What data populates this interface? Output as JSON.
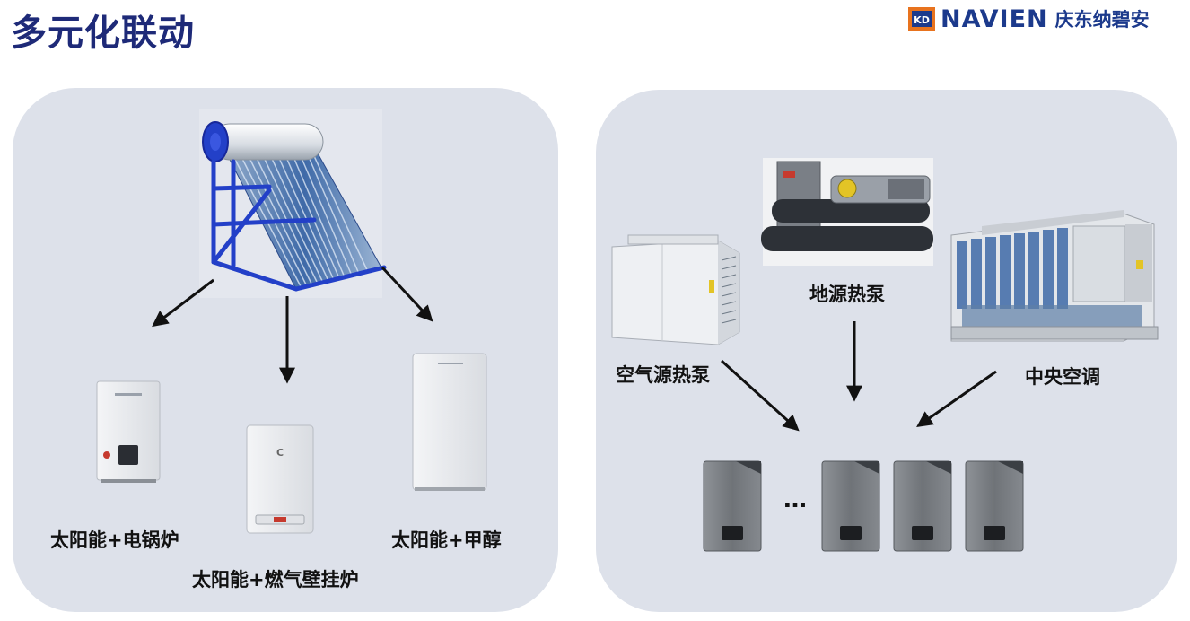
{
  "page": {
    "title": "多元化联动"
  },
  "logo": {
    "mark": "KD",
    "brand": "NAVIEN",
    "cn_name": "庆东纳碧安"
  },
  "left_panel": {
    "combos": [
      {
        "label": "太阳能+电锅炉"
      },
      {
        "label": "太阳能+燃气壁挂炉"
      },
      {
        "label": "太阳能+甲醇"
      }
    ]
  },
  "right_panel": {
    "sources": [
      {
        "label": "地源热泵"
      },
      {
        "label": "空气源热泵"
      },
      {
        "label": "中央空调"
      }
    ],
    "ellipsis": "…"
  },
  "colors": {
    "title": "#1e2a78",
    "brand": "#1c3a8c",
    "panel": "#dde1ea",
    "solar_frame": "#2340c8"
  }
}
